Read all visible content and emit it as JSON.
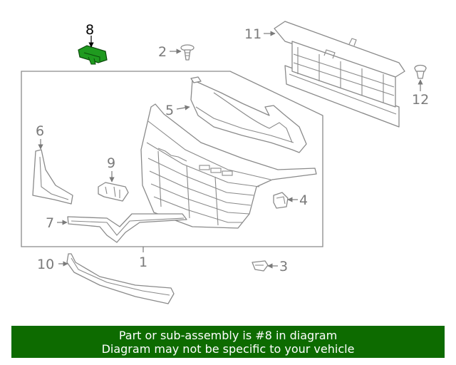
{
  "diagram": {
    "callouts": {
      "c1": "1",
      "c2": "2",
      "c3": "3",
      "c4": "4",
      "c5": "5",
      "c6": "6",
      "c7": "7",
      "c8": "8",
      "c9": "9",
      "c10": "10",
      "c11": "11",
      "c12": "12"
    },
    "highlight_part": "8",
    "highlight_color": "#1f9a1f"
  },
  "banner": {
    "line1": "Part or sub-assembly is #8 in diagram",
    "line2": "Diagram may not be specific to your vehicle",
    "background": "#0d6b00",
    "text_color": "#ffffff"
  }
}
